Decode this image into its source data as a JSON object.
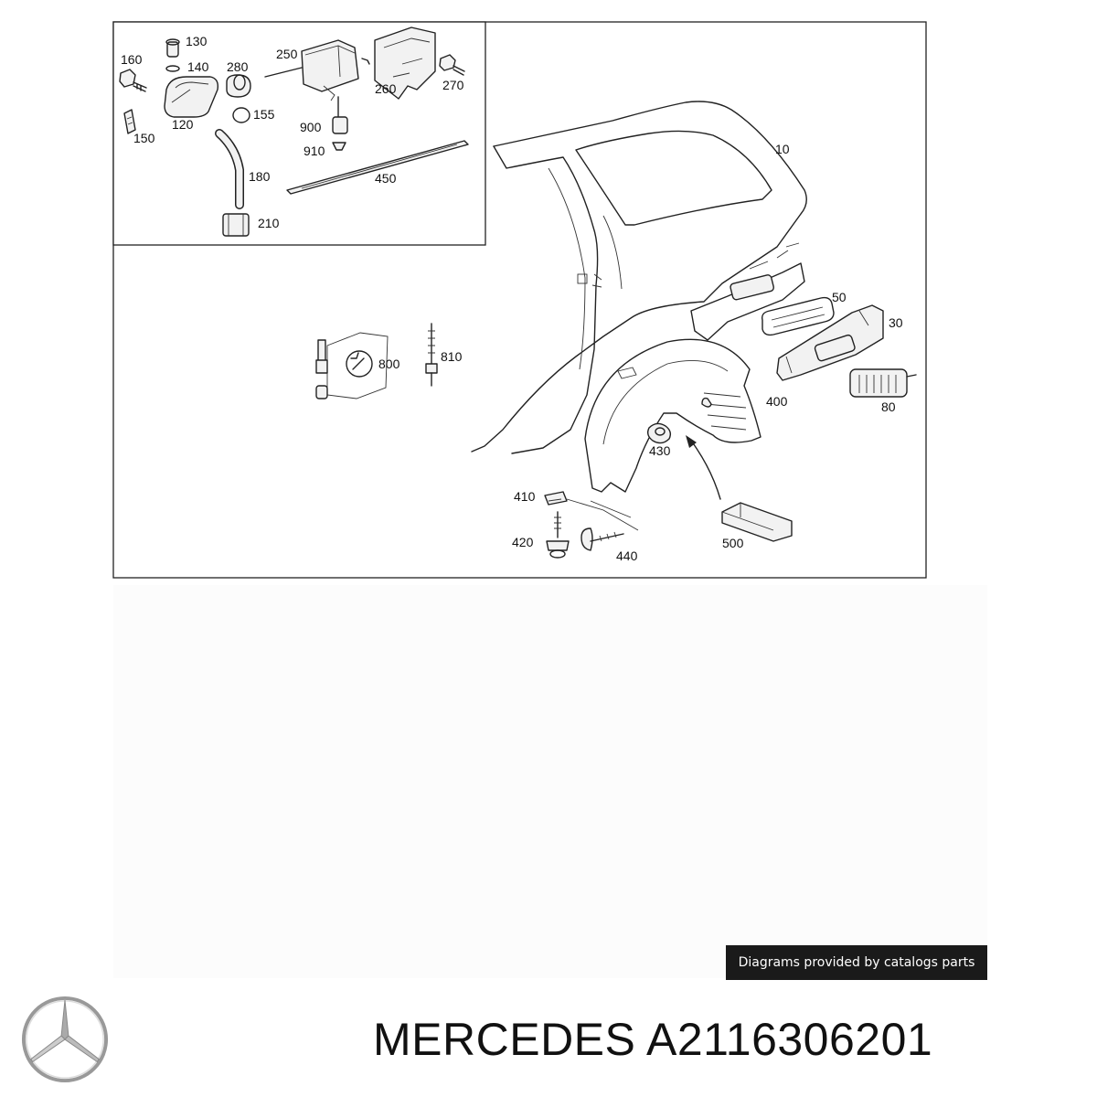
{
  "diagram": {
    "labels": {
      "p10": "10",
      "p30": "30",
      "p50": "50",
      "p80": "80",
      "p120": "120",
      "p130": "130",
      "p140": "140",
      "p150": "150",
      "p155": "155",
      "p160": "160",
      "p180": "180",
      "p210": "210",
      "p250": "250",
      "p260": "260",
      "p270": "270",
      "p280": "280",
      "p400": "400",
      "p410": "410",
      "p420": "420",
      "p430": "430",
      "p440": "440",
      "p450": "450",
      "p500": "500",
      "p800": "800",
      "p810": "810",
      "p900": "900",
      "p910": "910"
    }
  },
  "credit": {
    "text": "Diagrams provided by catalogs parts"
  },
  "product": {
    "title": "MERCEDES A2116306201"
  },
  "brand": {
    "icon": "mercedes-star-logo"
  }
}
